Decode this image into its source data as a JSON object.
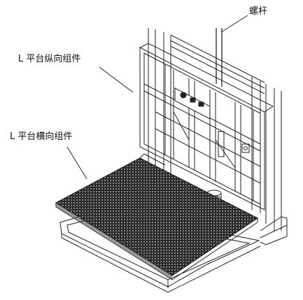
{
  "labels": {
    "screw_rod": "螺杆",
    "l_platform_vertical": "L 平台纵向组件",
    "l_platform_horizontal": "L 平台横向组件"
  },
  "colors": {
    "line": "#222222",
    "grid_fill": "#2b2b2b",
    "background": "#ffffff"
  }
}
